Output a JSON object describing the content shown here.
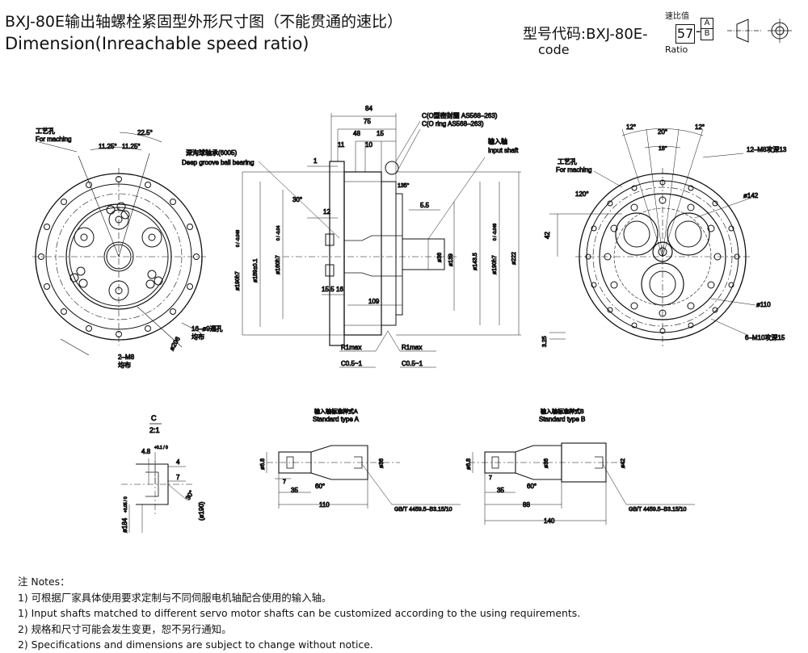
{
  "header": {
    "title_cn": "BXJ-80E输出轴螺栓紧固型外形尺寸图（不能贯通的速比）",
    "title_en": "Dimension(Inreachable speed ratio)",
    "model_prefix": "型号代码:BXJ-80E-",
    "ratio_value": "57",
    "ratio_caption_cn": "速比值",
    "ab_top": "A",
    "ab_bottom": "B",
    "code_label": "code",
    "ratio_label": "Ratio"
  },
  "front_view": {
    "process_hole_cn": "工艺孔",
    "process_hole_en": "For maching",
    "angle_a": "11.25°",
    "angle_b": "11.25°",
    "angle_c": "22.5°",
    "holes_note_cn": "16–ø9通孔",
    "holes_note_en": "均布",
    "diameter": "ø206",
    "tap_note": "2–M8",
    "tap_note2": "均布"
  },
  "side_view": {
    "bearing_cn": "深沟球轴承(6005)",
    "bearing_en": "Deep groove ball bearing",
    "oring_cn": "C(O型密封圈 AS568–263)",
    "oring_en": "C(O ring AS568–263)",
    "input_shaft_cn": "输入轴",
    "input_shaft_en": "Input shaft",
    "dims": {
      "d84": "84",
      "d75": "75",
      "d48": "48",
      "d15": "15",
      "d11": "11",
      "d10": "10",
      "d1": "1",
      "d12": "12",
      "d5_5": "5.5",
      "d15_5": "15.5",
      "d16": "16",
      "d109": "109",
      "a30": "30°",
      "a135": "135°",
      "dia190h7": "ø190h7",
      "dia189": "ø189±0.1",
      "dia160h7": "ø160h7",
      "dia36": "ø36",
      "dia139": "ø139",
      "dia143": "ø143.5",
      "dia190h7b": "ø190h7",
      "dia222": "ø222",
      "tol1": "0 / -0.046",
      "tol2": "0 / -0.04",
      "tol3": "0 / -0.046"
    },
    "r1_left": "R1max",
    "c_left": "C0.5~1",
    "r1_right": "R1max",
    "c_right": "C0.5~1"
  },
  "back_view": {
    "process_hole_cn": "工艺孔",
    "process_hole_en": "For maching",
    "angle_12a": "12°",
    "angle_20": "20°",
    "angle_18": "18°",
    "angle_12b": "12°",
    "angle_120": "120°",
    "tap_note": "12–M8攻深13",
    "dia142": "ø142",
    "dim42": "42",
    "dia110": "ø110",
    "tap_note2": "6–M10攻深15",
    "dim3_25": "3.25"
  },
  "detail_c": {
    "label": "C",
    "scale": "2:1",
    "dim4_8": "4.8",
    "tol4_8": "+0.1 / 0",
    "dim4": "4",
    "dim7": "7",
    "a30": "30°",
    "dia184": "ø184",
    "tol184": "+0.05 / 0",
    "dia190": "(ø190)"
  },
  "shaft_a": {
    "title_cn": "输入轴标准样式A",
    "title_en": "Standard type A",
    "d6_8": "ø6.8",
    "d7": "7",
    "d35": "35",
    "a60": "60°",
    "d36": "ø36",
    "d110": "110",
    "standard": "GB/T 4459.5–B3.15/10"
  },
  "shaft_b": {
    "title_cn": "输入轴标准样式B",
    "title_en": "Standard type B",
    "d6_8": "ø6.8",
    "d7": "7",
    "d35": "35",
    "a60": "60°",
    "d36": "ø36",
    "d42": "ø42",
    "d88": "88",
    "d140": "140",
    "standard": "GB/T 4459.5–B3.15/10"
  },
  "notes": {
    "heading": "注 Notes：",
    "n1_cn": "1) 可根据厂家具体使用要求定制与不同伺服电机轴配合使用的输入轴。",
    "n1_en": "1) Input shafts matched to different servo motor shafts can be customized according to the using requirements.",
    "n2_cn": "2) 规格和尺寸可能会发生变更，恕不另行通知。",
    "n2_en": "2) Specifications and dimensions are subject to change without notice."
  }
}
